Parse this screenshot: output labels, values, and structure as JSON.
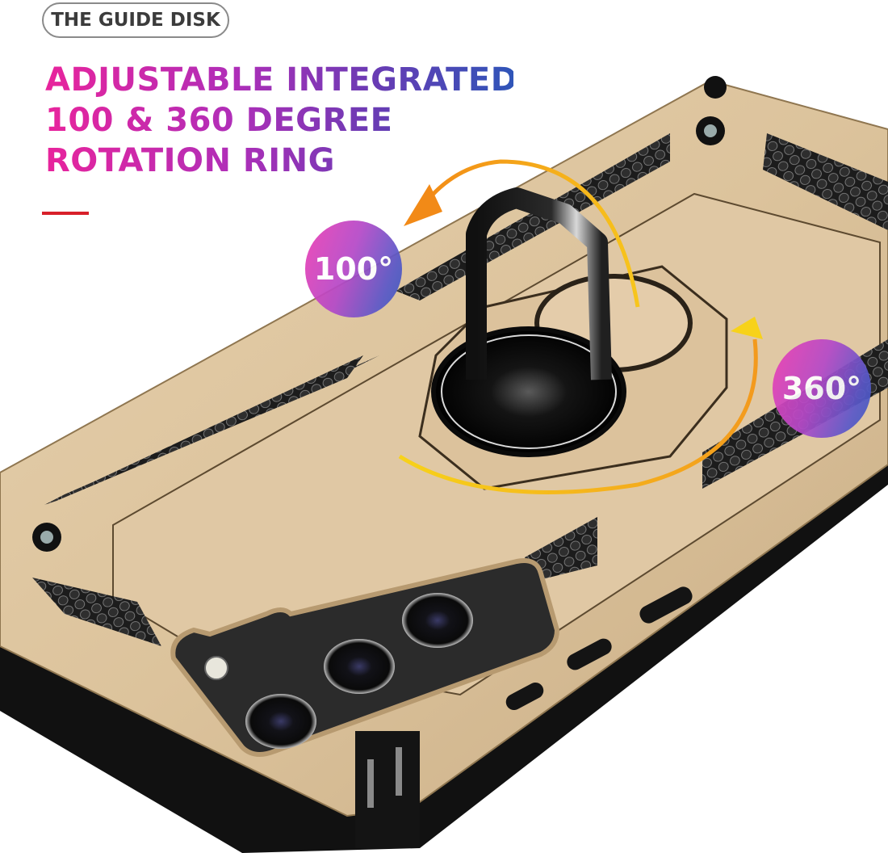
{
  "badge": {
    "label": "THE GUIDE DISK"
  },
  "headline": {
    "lines": [
      "ADJUSTABLE INTEGRATED",
      "100 & 360 DEGREE",
      "ROTATION RING"
    ],
    "gradient_colors": [
      "#e8249c",
      "#b02eb8",
      "#6a3bb4",
      "#2f55b8"
    ]
  },
  "accent_rule_color": "#d8202a",
  "rotation_labels": {
    "tilt": "100°",
    "spin": "360°"
  },
  "product": {
    "description": "gold armor phone case with kickstand ring",
    "case_color": "#dcc3a0",
    "ring_color": "#111111",
    "arrow_colors": [
      "#f39a1d",
      "#f7c919"
    ],
    "camera_lenses": 3
  }
}
